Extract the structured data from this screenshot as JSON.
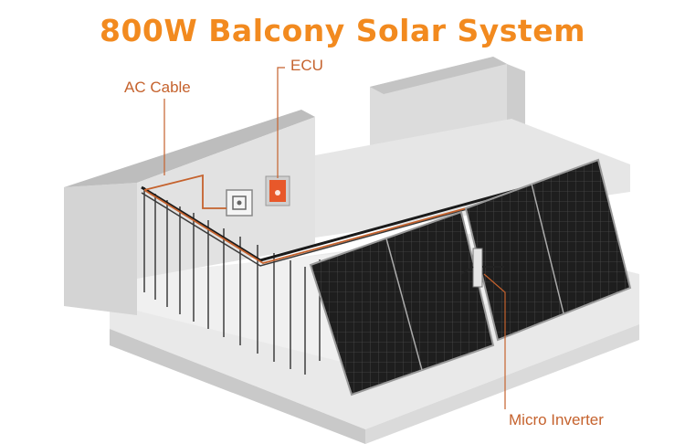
{
  "title": "800W Balcony Solar System",
  "labels": {
    "ac_cable": "AC Cable",
    "ecu": "ECU",
    "micro_inverter": "Micro Inverter"
  },
  "colors": {
    "title": "#f28a1f",
    "label": "#c5622d",
    "cable": "#c5622d",
    "ecu_box": "#e8582a",
    "panel": "#1b1b1b",
    "wall": "#d9d9d9",
    "floor": "#ececec"
  }
}
